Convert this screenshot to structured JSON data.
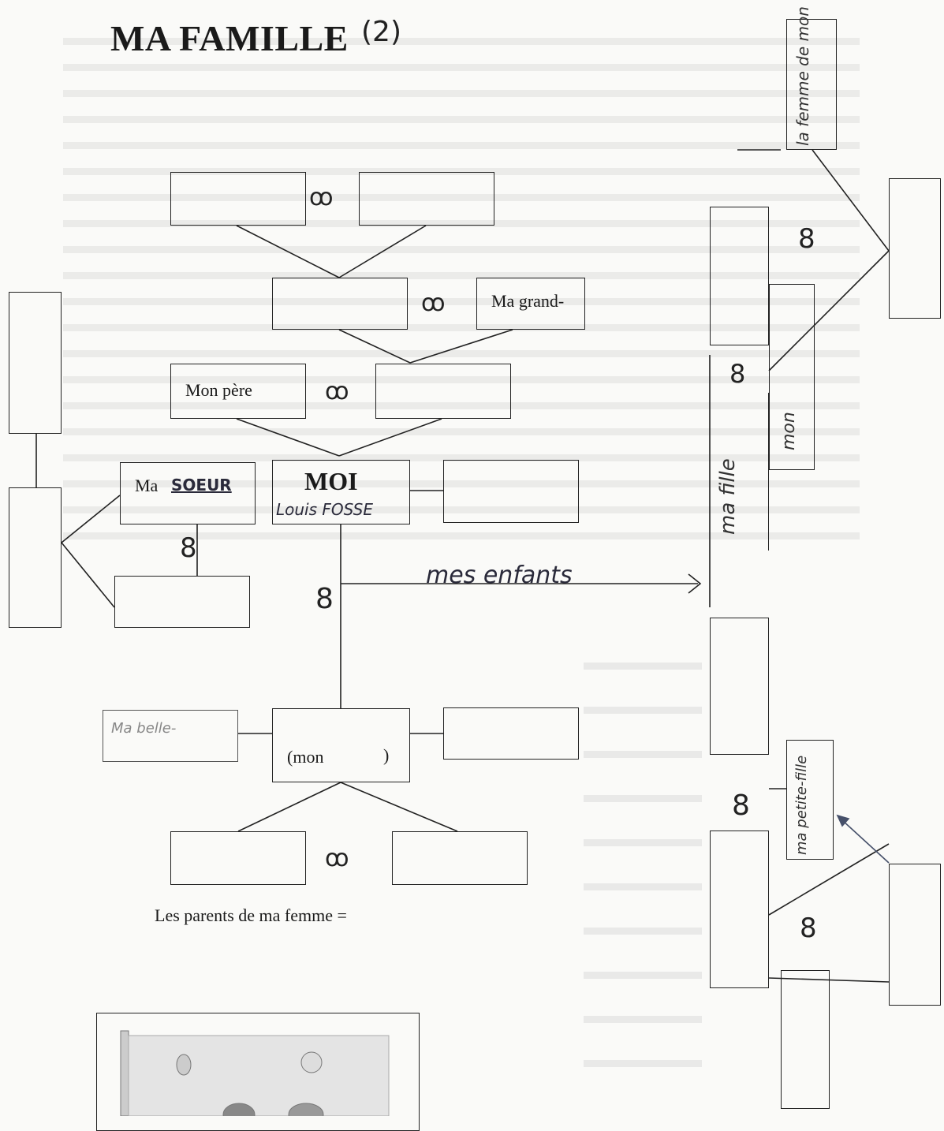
{
  "title": "MA FAMILLE",
  "title_number": "(2)",
  "tree": {
    "grand_label": "Ma grand-",
    "father_label": "Mon père",
    "sister_label": "Ma",
    "sister_hand": "SOEUR",
    "me_label": "MOI",
    "me_name": "Louis FOSSE",
    "children_label": "mes enfants",
    "spouse_label": "(mon",
    "spouse_close": ")",
    "in_law_hand": "Ma belle-",
    "wife_parents_label": "Les parents de ma femme ="
  },
  "right_column": {
    "top_note": "la femme de mon",
    "mid_note_1": "mon",
    "mid_note_2": "ma fille",
    "low_note": "ma petite-fille"
  },
  "symbols": {
    "rings": "ꝏ",
    "ring_single": "8"
  },
  "colors": {
    "ink": "#222222",
    "paper": "#fafaf8",
    "faded_text": "#cfcfcf"
  }
}
